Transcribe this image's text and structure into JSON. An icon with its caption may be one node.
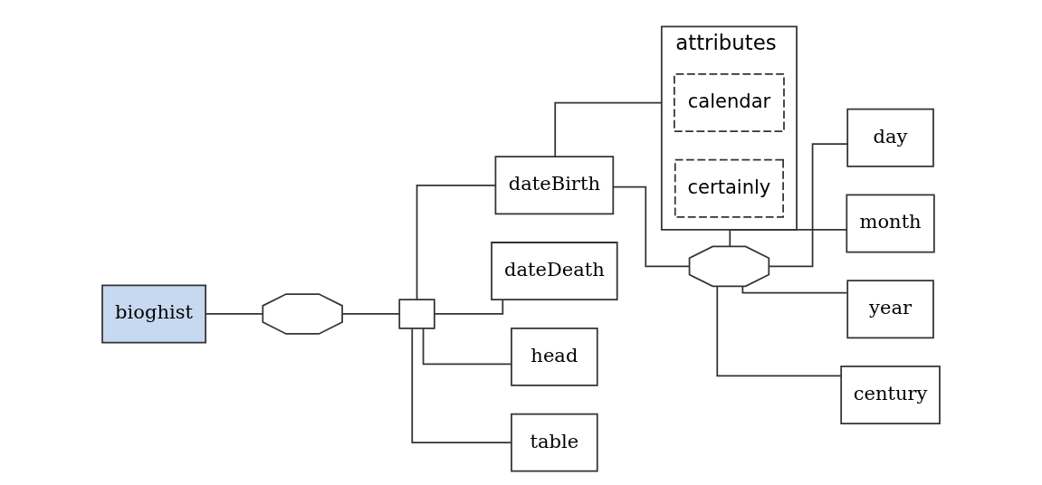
{
  "diagram": {
    "nodes": [
      {
        "text": [
          "bioghist"
        ]
      },
      {
        "text": [],
        "shape": "octagon"
      },
      {
        "text": [],
        "shape": "box"
      },
      {
        "text": [
          "dateBirth"
        ]
      },
      {
        "text": [
          "dateDeath"
        ]
      },
      {
        "text": [
          "head"
        ]
      },
      {
        "text": [
          "table"
        ]
      },
      {
        "text": [
          "attributes"
        ]
      },
      {
        "text": [
          "calendar"
        ],
        "in": 7
      },
      {
        "text": [
          "certainly"
        ],
        "in": 7
      },
      {
        "text": [],
        "shape": "octagon"
      },
      {
        "text": [
          "day"
        ]
      },
      {
        "text": [
          "month"
        ]
      },
      {
        "text": [
          "year"
        ]
      },
      {
        "text": [
          "century"
        ]
      }
    ],
    "edges": [
      {
        "from": 0,
        "to": 1,
        "arrow": "none"
      },
      {
        "from": 1,
        "to": 2,
        "arrow": "none"
      },
      {
        "from": 2,
        "to": 3,
        "arrow": "none"
      },
      {
        "from": 2,
        "to": 4,
        "arrow": "none"
      },
      {
        "from": 2,
        "to": 5,
        "arrow": "none"
      },
      {
        "from": 2,
        "to": 6,
        "arrow": "none"
      },
      {
        "from": 3,
        "to": 7,
        "arrow": "none"
      },
      {
        "from": 3,
        "to": 10,
        "arrow": "none"
      },
      {
        "from": 10,
        "to": 11,
        "arrow": "none"
      },
      {
        "from": 10,
        "to": 12,
        "arrow": "none"
      },
      {
        "from": 10,
        "to": 13,
        "arrow": "none"
      },
      {
        "from": 10,
        "to": 14,
        "arrow": "none"
      }
    ]
  }
}
